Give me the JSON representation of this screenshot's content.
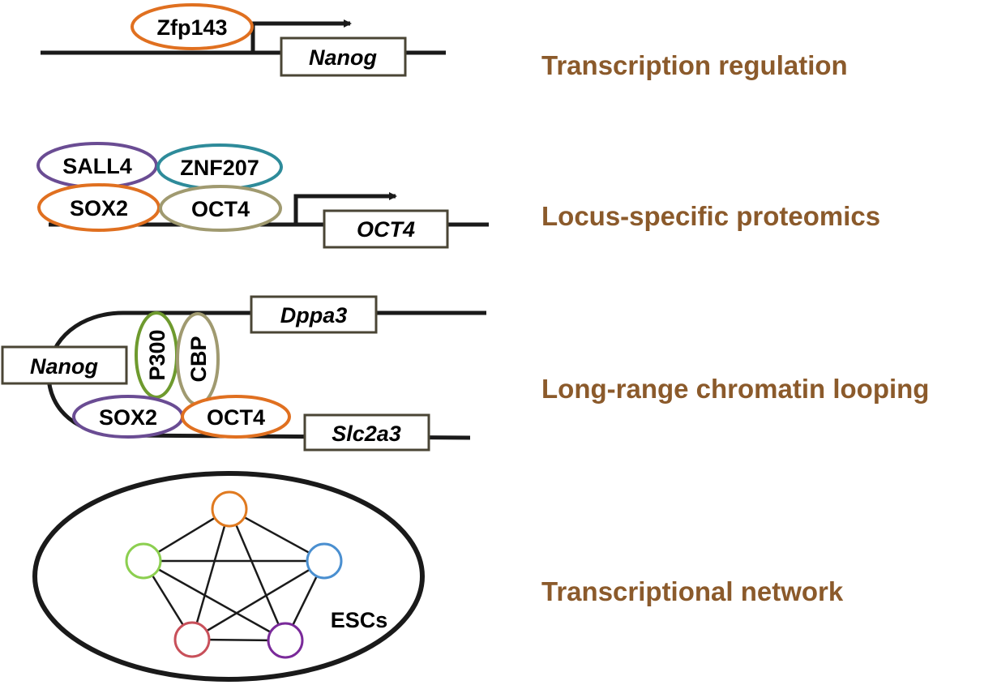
{
  "colors": {
    "title": "#8B5A2B",
    "line": "#1a1a1a",
    "box_border": "#4a4535",
    "orange": "#E07020",
    "purple": "#6A4C93",
    "teal": "#2E8B9A",
    "tan": "#A09A70",
    "green": "#6E9A2E",
    "node_orange": "#E07A20",
    "node_blue": "#4A8FD0",
    "node_purple": "#7A2A9A",
    "node_red": "#C8505A",
    "node_green": "#8CCF50"
  },
  "panels": {
    "transcription": {
      "title": "Transcription regulation",
      "factor": "Zfp143",
      "gene": "Nanog"
    },
    "proteomics": {
      "title": "Locus-specific proteomics",
      "factors": [
        "SALL4",
        "ZNF207",
        "SOX2",
        "OCT4"
      ],
      "gene": "OCT4"
    },
    "looping": {
      "title": "Long-range chromatin looping",
      "genes": [
        "Nanog",
        "Dppa3",
        "Slc2a3"
      ],
      "coactivators": [
        "P300",
        "CBP"
      ],
      "factors": [
        "SOX2",
        "OCT4"
      ]
    },
    "network": {
      "title": "Transcriptional network",
      "cell_label": "ESCs",
      "nodes": [
        "node_orange",
        "node_blue",
        "node_purple",
        "node_red",
        "node_green"
      ]
    }
  }
}
